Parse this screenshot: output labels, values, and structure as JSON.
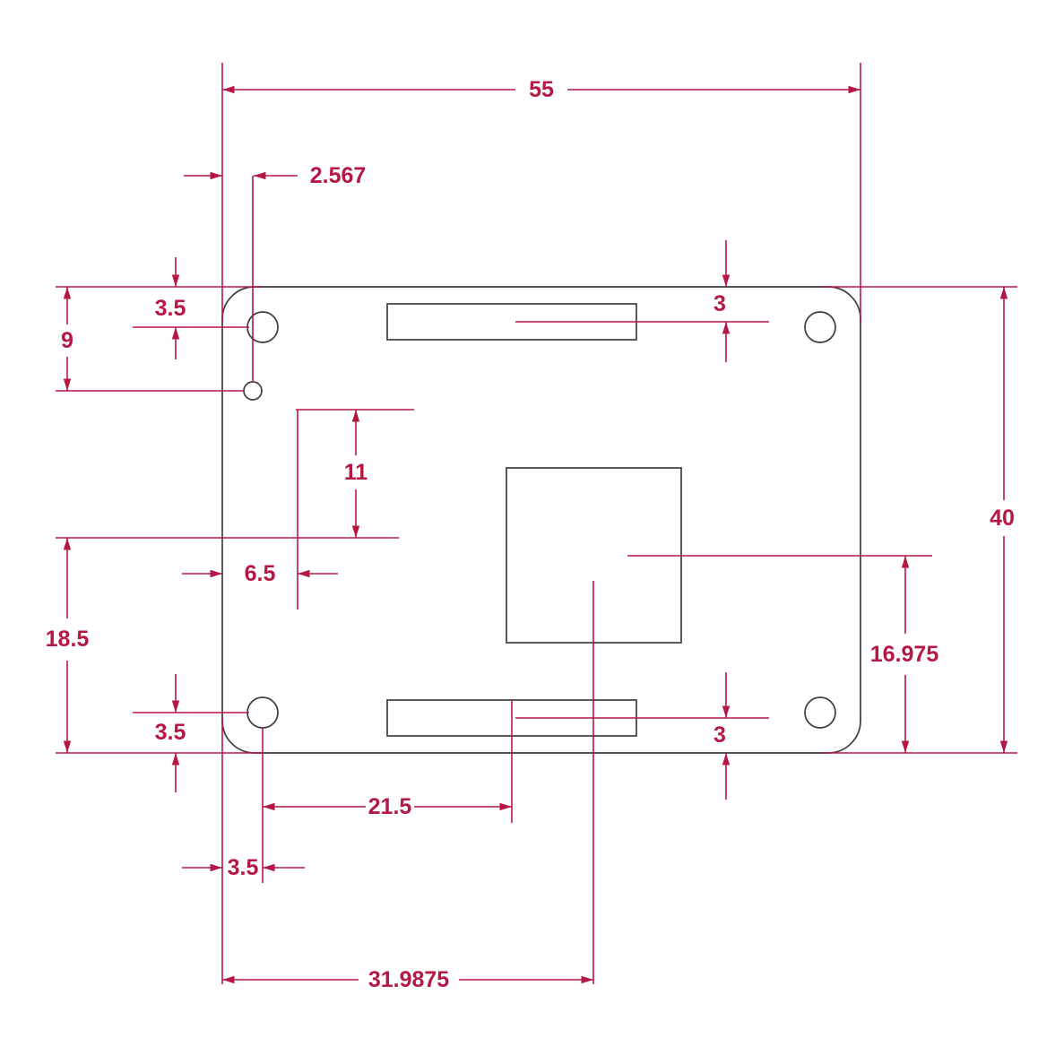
{
  "colors": {
    "dimension": "#b51843",
    "outline": "#3d3d3d",
    "background": "#ffffff"
  },
  "labels": {
    "board_width": "55",
    "pin_hole_offset_x": "2.567",
    "top_hole_inset_y": "3.5",
    "pin_hole_offset_y": "9",
    "top_slot_offset": "3",
    "board_height": "40",
    "inner_offset_vertical": "11",
    "inner_offset_horizontal": "6.5",
    "left_offset": "18.5",
    "component_offset_y": "16.975",
    "bottom_hole_inset_y": "3.5",
    "bottom_slot_offset": "3",
    "slot_offset_x": "21.5",
    "bottom_hole_inset_x": "3.5",
    "component_offset_x": "31.9875"
  }
}
